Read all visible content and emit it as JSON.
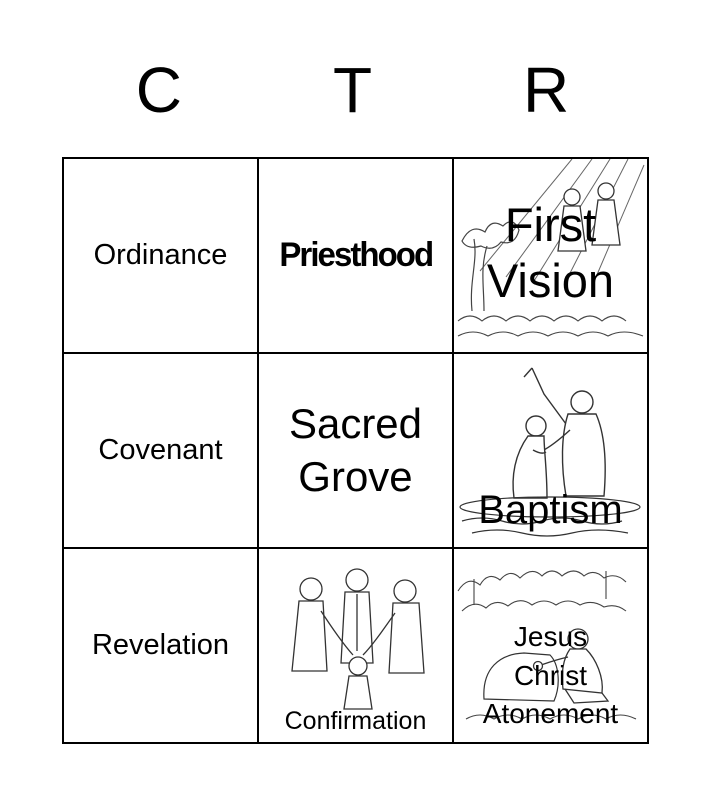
{
  "header": {
    "letters": [
      "C",
      "T",
      "R"
    ]
  },
  "cells": {
    "ordinance": {
      "label": "Ordinance"
    },
    "priesthood": {
      "label": "Priesthood"
    },
    "first_vision": {
      "line1": "First",
      "line2": "Vision"
    },
    "covenant": {
      "label": "Covenant"
    },
    "sacred_grove": {
      "line1": "Sacred",
      "line2": "Grove"
    },
    "baptism": {
      "label": "Baptism"
    },
    "revelation": {
      "label": "Revelation"
    },
    "confirmation": {
      "label": "Confirmation"
    },
    "atonement": {
      "line1": "Jesus",
      "line2": "Christ",
      "line3": "Atonement"
    }
  }
}
